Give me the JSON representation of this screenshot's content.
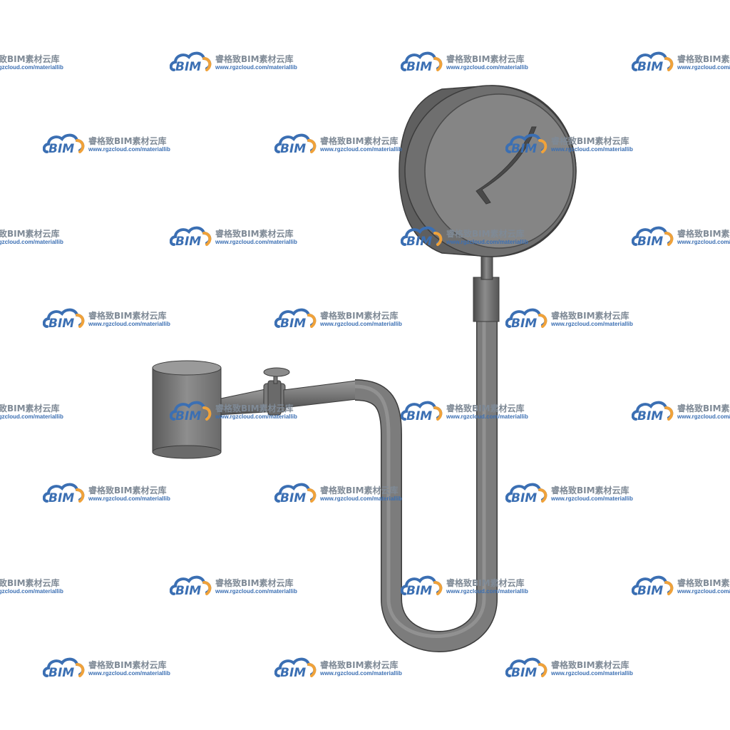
{
  "watermark": {
    "logo": "BIM",
    "title": "睿格致BIM素材云库",
    "url": "www.rgzcloud.com/materiallib",
    "icon": "cloud-logo-icon",
    "colors": {
      "blue": "#3b6fb3",
      "orange": "#f0a23a",
      "grey": "#7f8a96"
    }
  },
  "object": {
    "icon": "pressure-gauge-assembly",
    "colors": {
      "body": "#6b6b6b",
      "face": "#858585",
      "dark": "#4f4f4f",
      "light": "#9a9a9a"
    }
  }
}
